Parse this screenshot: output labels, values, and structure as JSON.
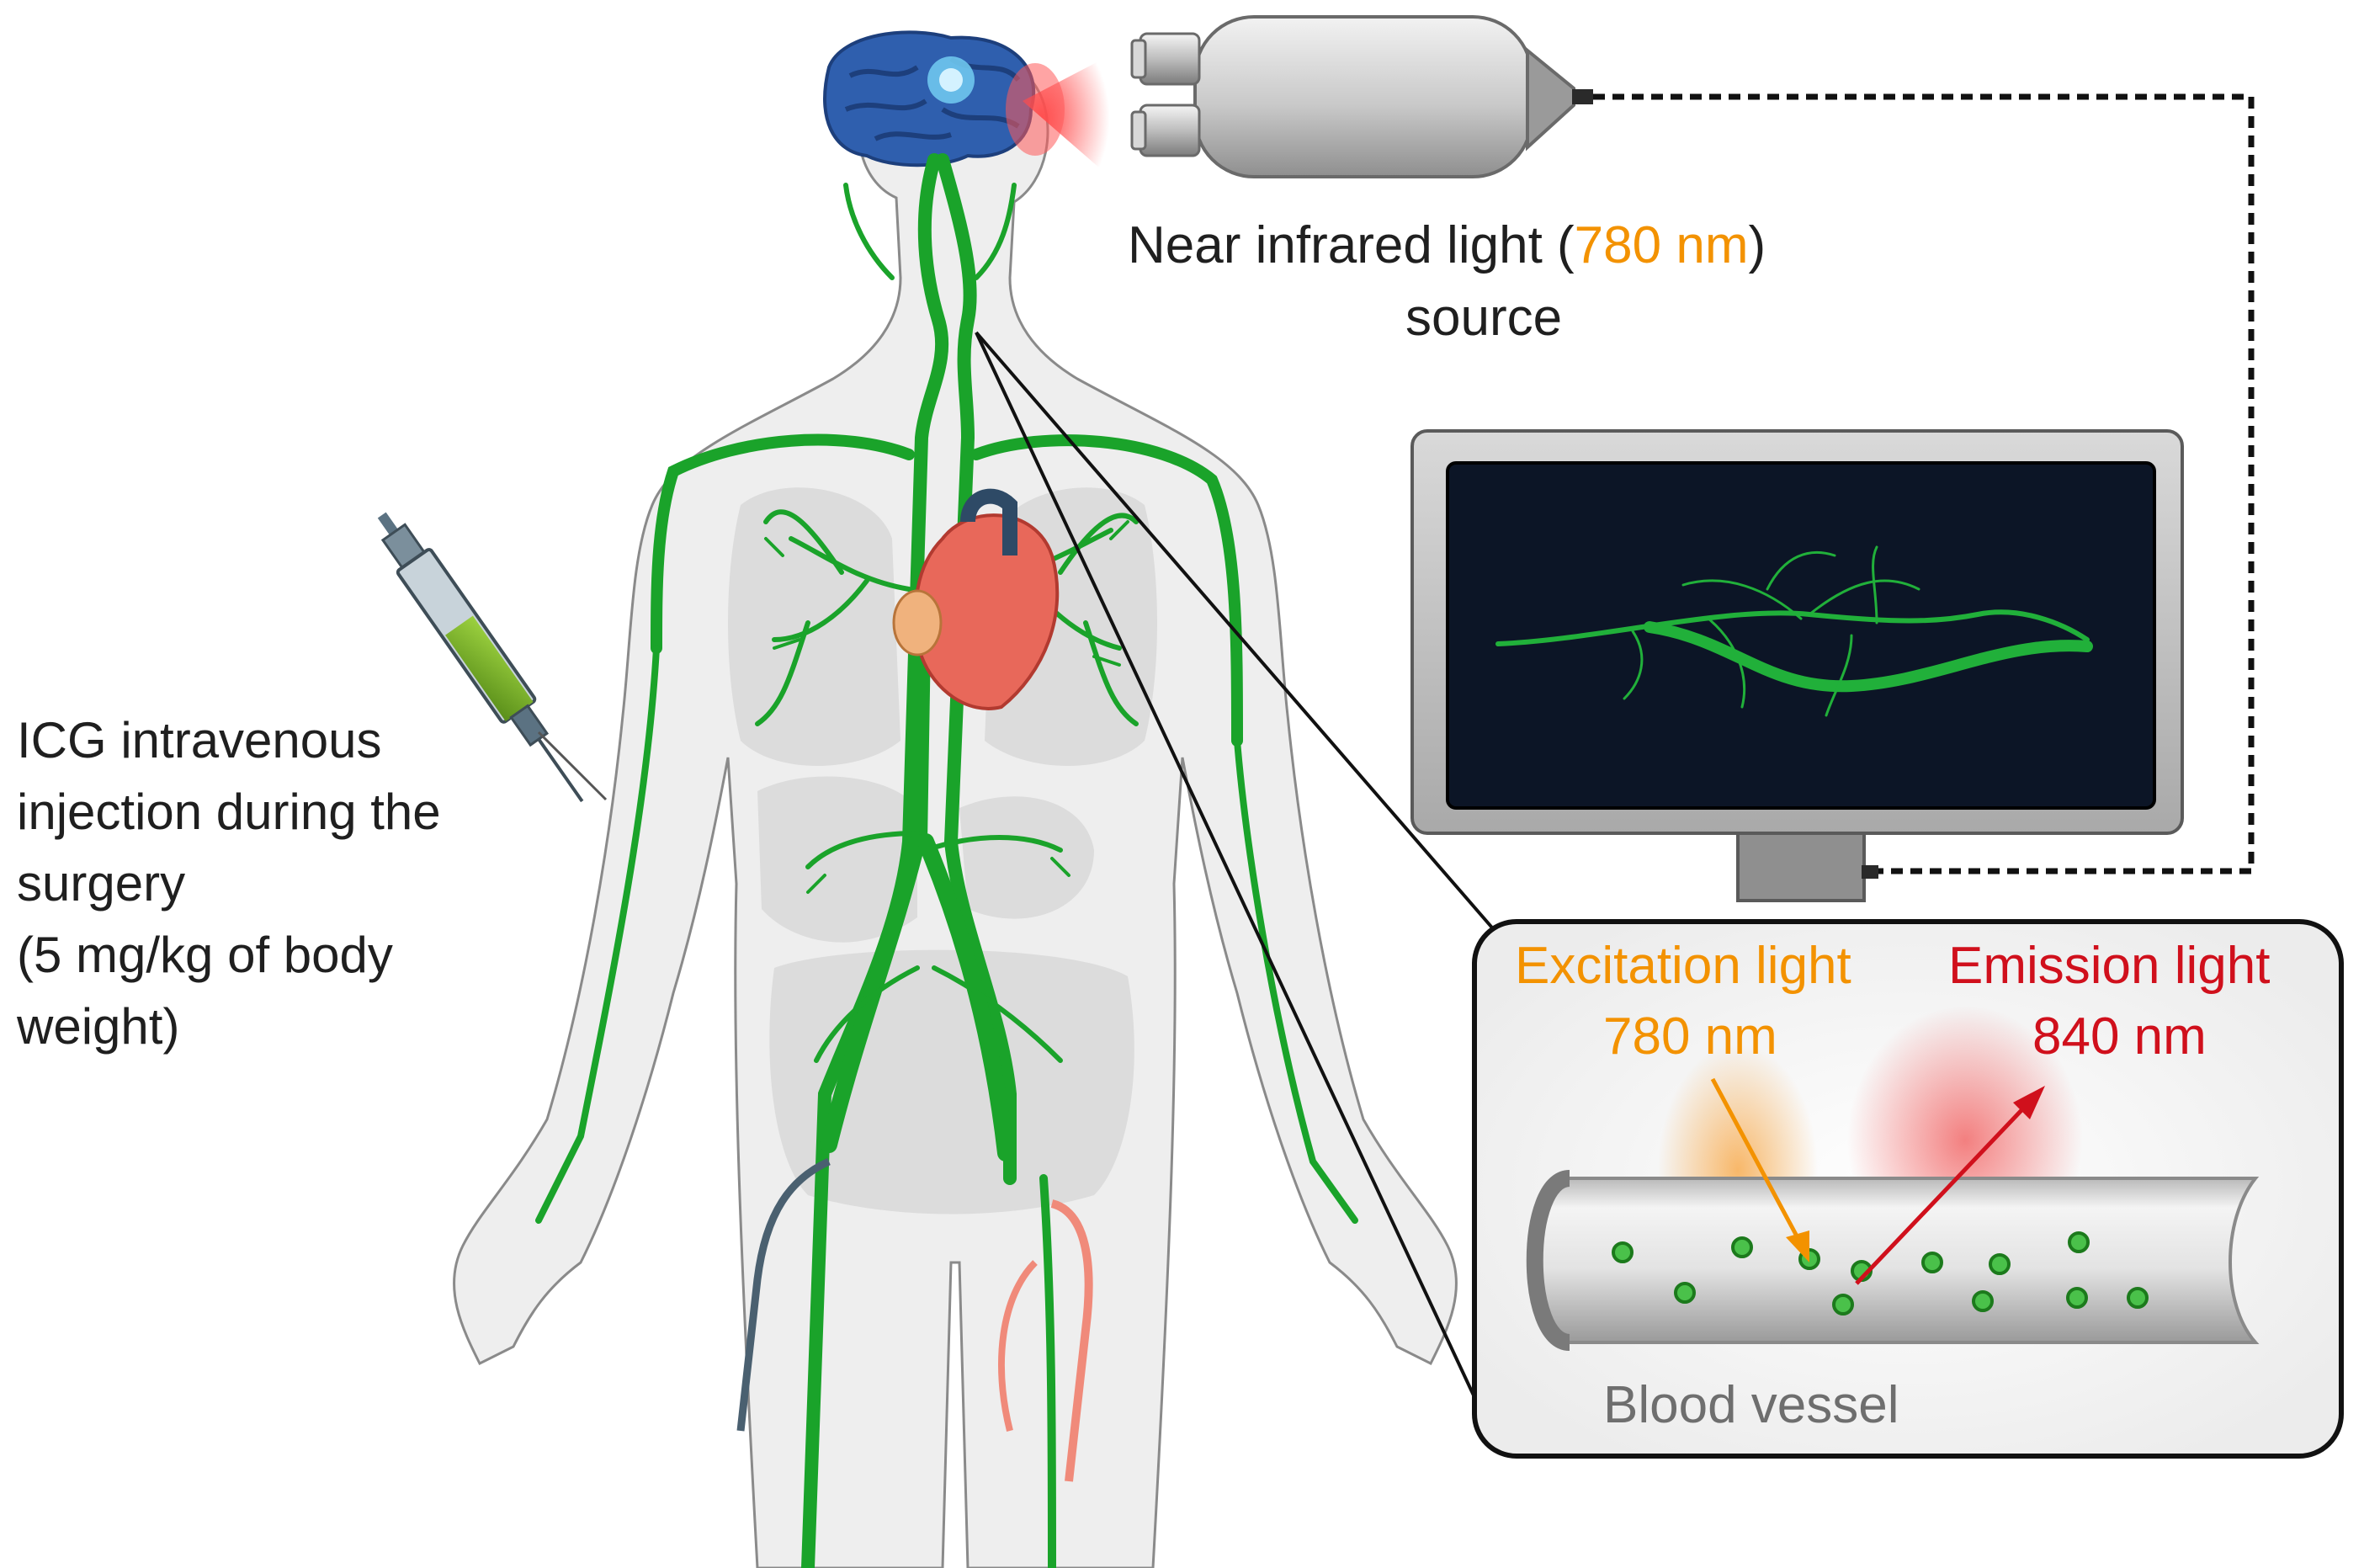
{
  "labels": {
    "nir_source_line1_prefix": "Near infrared light (",
    "nir_source_wavelength": "780 nm",
    "nir_source_line1_suffix": ")",
    "nir_source_line2": "source",
    "icg_line1": "ICG intravenous",
    "icg_line2": "injection during the",
    "icg_line3": "surgery",
    "icg_line4": "(5 mg/kg of body",
    "icg_line5": "weight)",
    "excitation_title": "Excitation light",
    "excitation_value": "780 nm",
    "emission_title": "Emission light",
    "emission_value": "840 nm",
    "vessel_label": "Blood vessel"
  },
  "colors": {
    "text": "#1f1f1f",
    "wavelength_orange": "#f39200",
    "emission_red": "#d0101c",
    "vessel_green": "#1aa32a",
    "monitor_screen": "#0c1526",
    "brain_blue": "#2f5fae",
    "heart_red": "#e8685a"
  },
  "icons": {
    "light_source": "nir-camera-icon",
    "monitor": "monitor-icon",
    "syringe": "syringe-icon",
    "body": "human-body-icon"
  }
}
